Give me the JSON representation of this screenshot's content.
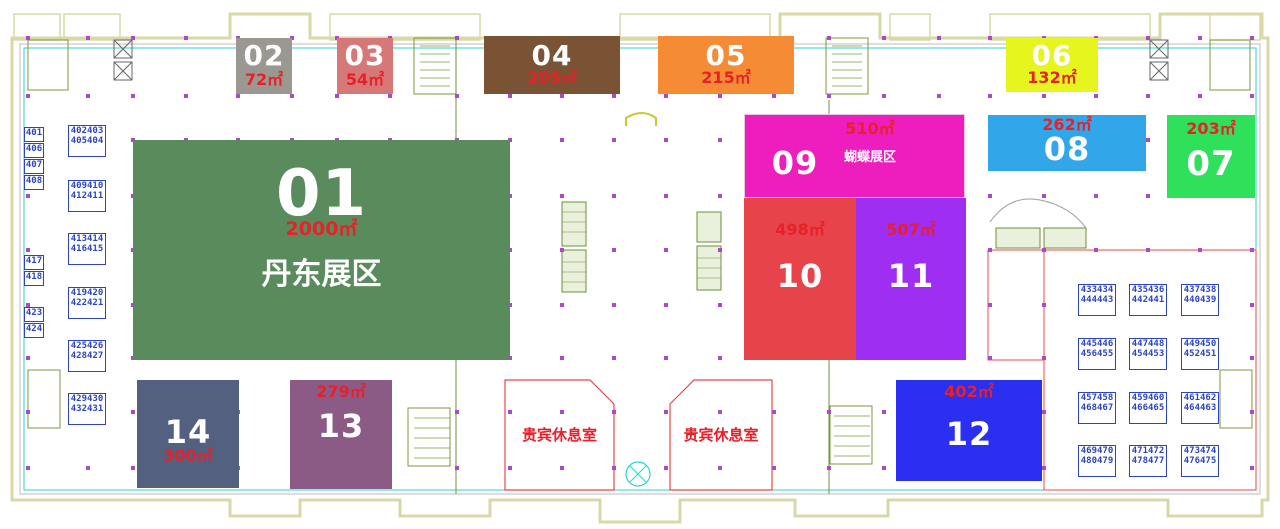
{
  "halls": {
    "h01": {
      "number": "01",
      "area": "2000㎡",
      "name": "丹东展区",
      "color": "#5a8b5d"
    },
    "h02": {
      "number": "02",
      "area": "72㎡",
      "color": "#9a9890"
    },
    "h03": {
      "number": "03",
      "area": "54㎡",
      "color": "#d67878"
    },
    "h04": {
      "number": "04",
      "area": "205㎡",
      "color": "#795334"
    },
    "h05": {
      "number": "05",
      "area": "215㎡",
      "color": "#f58c35"
    },
    "h06": {
      "number": "06",
      "area": "132㎡",
      "color": "#e6f51e"
    },
    "h07": {
      "number": "07",
      "area": "203㎡",
      "color": "#2fe05a"
    },
    "h08": {
      "number": "08",
      "area": "262㎡",
      "color": "#31a7ea"
    },
    "h09": {
      "number": "09",
      "area": "510㎡",
      "name": "蝴蝶展区",
      "color": "#ee1dbd"
    },
    "h10": {
      "number": "10",
      "area": "498㎡",
      "color": "#e7434a"
    },
    "h11": {
      "number": "11",
      "area": "507㎡",
      "color": "#9e2ef2"
    },
    "h12": {
      "number": "12",
      "area": "402㎡",
      "color": "#2b2ff0"
    },
    "h13": {
      "number": "13",
      "area": "279㎡",
      "color": "#8b5b86"
    },
    "h14": {
      "number": "14",
      "area": "300㎡",
      "color": "#53607f"
    }
  },
  "vip_rooms": {
    "left": "贵宾休息室",
    "right": "贵宾休息室"
  },
  "booths": {
    "left_column": [
      "401",
      "406",
      "407",
      "408",
      "417",
      "418",
      "423",
      "424"
    ],
    "left_pairs": [
      [
        "402",
        "403",
        "405",
        "404"
      ],
      [
        "409",
        "410",
        "412",
        "411"
      ],
      [
        "413",
        "414",
        "416",
        "415"
      ],
      [
        "419",
        "420",
        "422",
        "421"
      ],
      [
        "425",
        "426",
        "428",
        "427"
      ],
      [
        "429",
        "430",
        "432",
        "431"
      ]
    ],
    "right_grid": [
      [
        "433",
        "434",
        "444",
        "443"
      ],
      [
        "435",
        "436",
        "442",
        "441"
      ],
      [
        "437",
        "438",
        "440",
        "439"
      ],
      [
        "445",
        "446",
        "456",
        "455"
      ],
      [
        "447",
        "448",
        "454",
        "453"
      ],
      [
        "449",
        "450",
        "452",
        "451"
      ],
      [
        "457",
        "458",
        "468",
        "467"
      ],
      [
        "459",
        "460",
        "466",
        "465"
      ],
      [
        "461",
        "462",
        "464",
        "463"
      ],
      [
        "469",
        "470",
        "480",
        "479"
      ],
      [
        "471",
        "472",
        "478",
        "477"
      ],
      [
        "473",
        "474",
        "476",
        "475"
      ]
    ]
  },
  "colors": {
    "area_red": "#e8202a",
    "booth_blue": "#2b44c4",
    "outline": "#2ad6c9",
    "wall": "#d7d7a0"
  }
}
